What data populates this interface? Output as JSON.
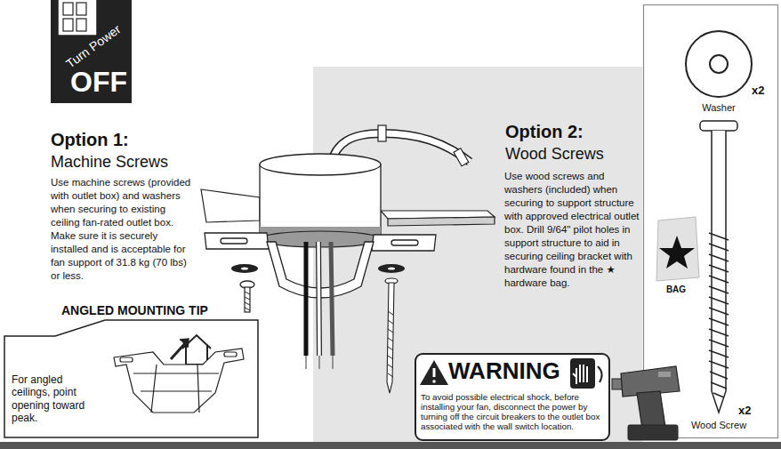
{
  "diagram": {
    "nodes": [
      {
        "text": [
          "Turn Power",
          "OFF"
        ]
      },
      {
        "text": [
          "Option 2:",
          "Wood Screws",
          "Use wood screws and washers (included) when securing to support structure with approved electrical outlet box. Drill 9/64\" pilot holes in support structure to aid in securing ceiling bracket with hardware found in the ★ hardware bag."
        ]
      },
      {
        "text": [
          "WARNING",
          "To avoid possible electrical shock, before installing your fan, disconnect the power by turning off the circuit breakers to the outlet box associated with the wall switch location."
        ],
        "in": 1
      },
      {
        "text": [
          "ANGLED MOUNTING TIP",
          "For angled ceilings, point opening toward peak."
        ]
      },
      {
        "text": [
          "x2",
          "Washer",
          "BAG",
          "x2",
          "Wood Screw"
        ]
      }
    ],
    "labels": [
      "Option 1:",
      "Machine Screws",
      "Use machine screws (provided with outlet box) and washers when securing to existing ceiling fan-rated outlet box. Make sure it is securely installed and is acceptable for fan support of 31.8 kg (70 lbs) or less."
    ]
  }
}
